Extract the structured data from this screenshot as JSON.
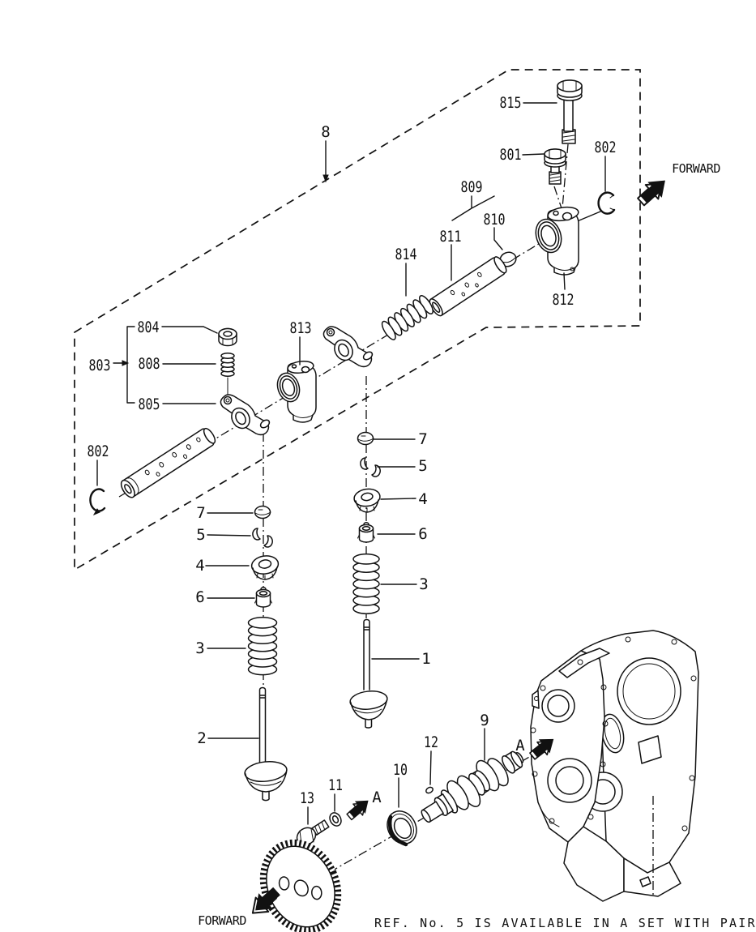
{
  "figure": {
    "type": "exploded-parts-diagram",
    "subject": "engine valve mechanism and camshaft",
    "colors": {
      "ink": "#111111",
      "background": "#ffffff"
    },
    "notes": {
      "ref_note": "REF. No. 5 IS AVAILABLE IN A SET WITH PAIR"
    },
    "direction_labels": {
      "forward_top": "FORWARD",
      "forward_bottom": "FORWARD"
    },
    "view_labels": {
      "a_near_camshaft": "A",
      "a_near_block": "A"
    },
    "part_labels": {
      "assembly_8": "8",
      "bolt_815": "815",
      "bolt_801": "801",
      "clip_802_right": "802",
      "group_809": "809",
      "cap_810": "810",
      "shaft_811": "811",
      "pedestal_812": "812",
      "pedestal_813": "813",
      "spring_814": "814",
      "nut_804": "804",
      "group_803": "803",
      "spring_808": "808",
      "rocker_805": "805",
      "clip_802_left": "802",
      "cap_7_left": "7",
      "collet_5_left": "5",
      "retainer_4_left": "4",
      "seal_6_left": "6",
      "spring_3_left": "3",
      "valve_2": "2",
      "cap_7_right": "7",
      "collet_5_right": "5",
      "retainer_4_right": "4",
      "seal_6_right": "6",
      "spring_3_right": "3",
      "valve_1": "1",
      "camshaft_9": "9",
      "bearing_10": "10",
      "washer_11": "11",
      "key_12": "12",
      "bolt_13": "13"
    }
  }
}
